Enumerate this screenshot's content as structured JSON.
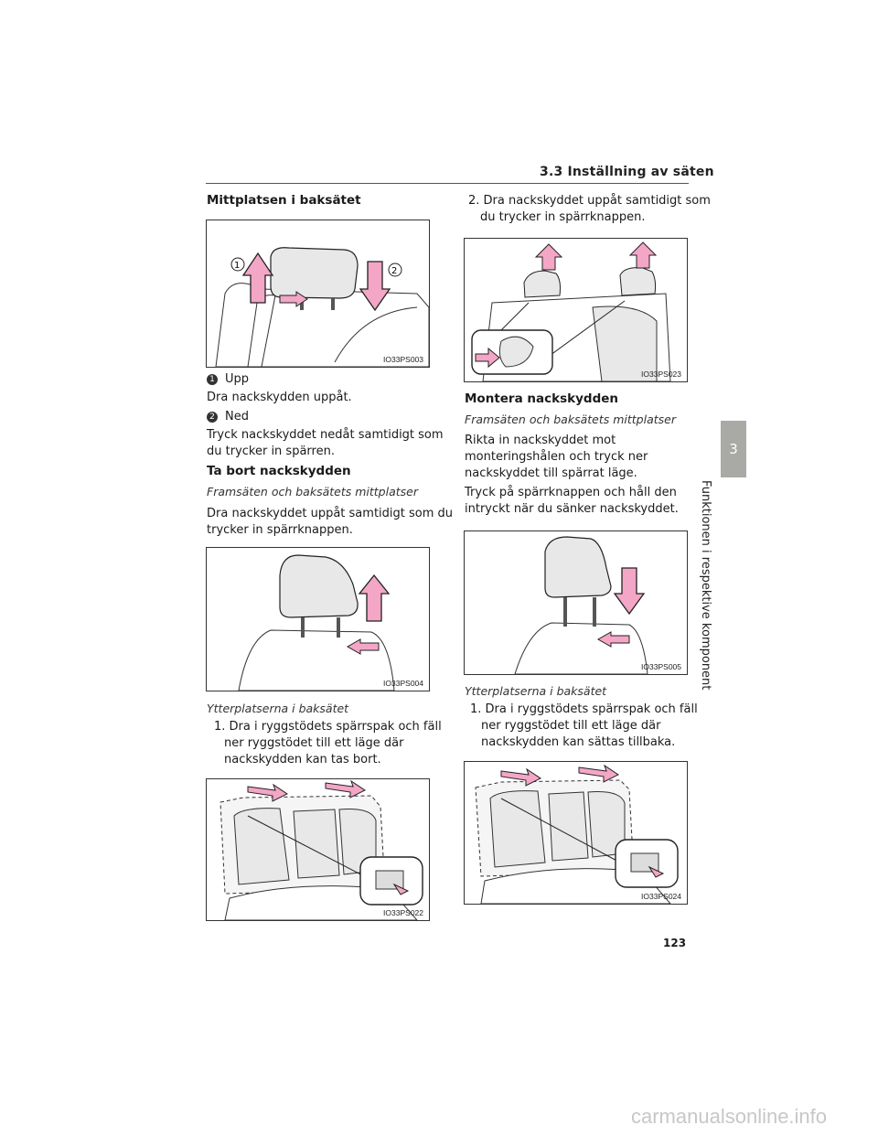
{
  "header": {
    "title": "3.3 Inställning av säten"
  },
  "side_tab": {
    "number": "3",
    "label": "Funktionen i respektive komponent"
  },
  "page_number": "123",
  "watermark": "carmanualsonline.info",
  "left": {
    "heading_center": "Mittplatsen i baksätet",
    "fig1_code": "IO33PS003",
    "item1_num": "1",
    "item1_label": "Upp",
    "item1_text": "Dra nackskydden uppåt.",
    "item2_num": "2",
    "item2_label": "Ned",
    "item2_text_1": "Tryck nackskyddet nedåt samtidigt som",
    "item2_text_2": "du trycker in spärren.",
    "remove_heading": "Ta bort nackskydden",
    "remove_sub": "Framsäten och baksätets mittplatser",
    "remove_text_1": "Dra nackskyddet uppåt samtidigt som du",
    "remove_text_2": "trycker in spärrknappen.",
    "fig2_code": "IO33PS004",
    "outer_sub": "Ytterplatserna i baksätet",
    "outer_step_1": "1. Dra i ryggstödets spärrspak och fäll",
    "outer_step_2": "ner ryggstödet till ett läge där",
    "outer_step_3": "nackskydden kan tas bort.",
    "fig3_code": "IO33PS022"
  },
  "right": {
    "step2_1": "2. Dra nackskyddet uppåt samtidigt som",
    "step2_2": "du trycker in spärrknappen.",
    "fig4_code": "IO33PS023",
    "mount_heading": "Montera nackskydden",
    "mount_sub": "Framsäten och baksätets mittplatser",
    "mount_text_1": "Rikta in nackskyddet mot",
    "mount_text_2": "monteringshålen och tryck ner",
    "mount_text_3": "nackskyddet till spärrat läge.",
    "mount_text_4": "Tryck på spärrknappen och håll den",
    "mount_text_5": "intryckt när du sänker nackskyddet.",
    "fig5_code": "IO33PS005",
    "outer_sub": "Ytterplatserna i baksätet",
    "outer_step_1": "1. Dra i ryggstödets spärrspak och fäll",
    "outer_step_2": "ner ryggstödet till ett läge där",
    "outer_step_3": "nackskydden kan sättas tillbaka.",
    "fig6_code": "IO33PS024"
  },
  "colors": {
    "arrow_fill": "#f3a6c6",
    "arrow_stroke": "#222222",
    "tab": "#a9aaa5",
    "seat": "#e8e8e8"
  }
}
